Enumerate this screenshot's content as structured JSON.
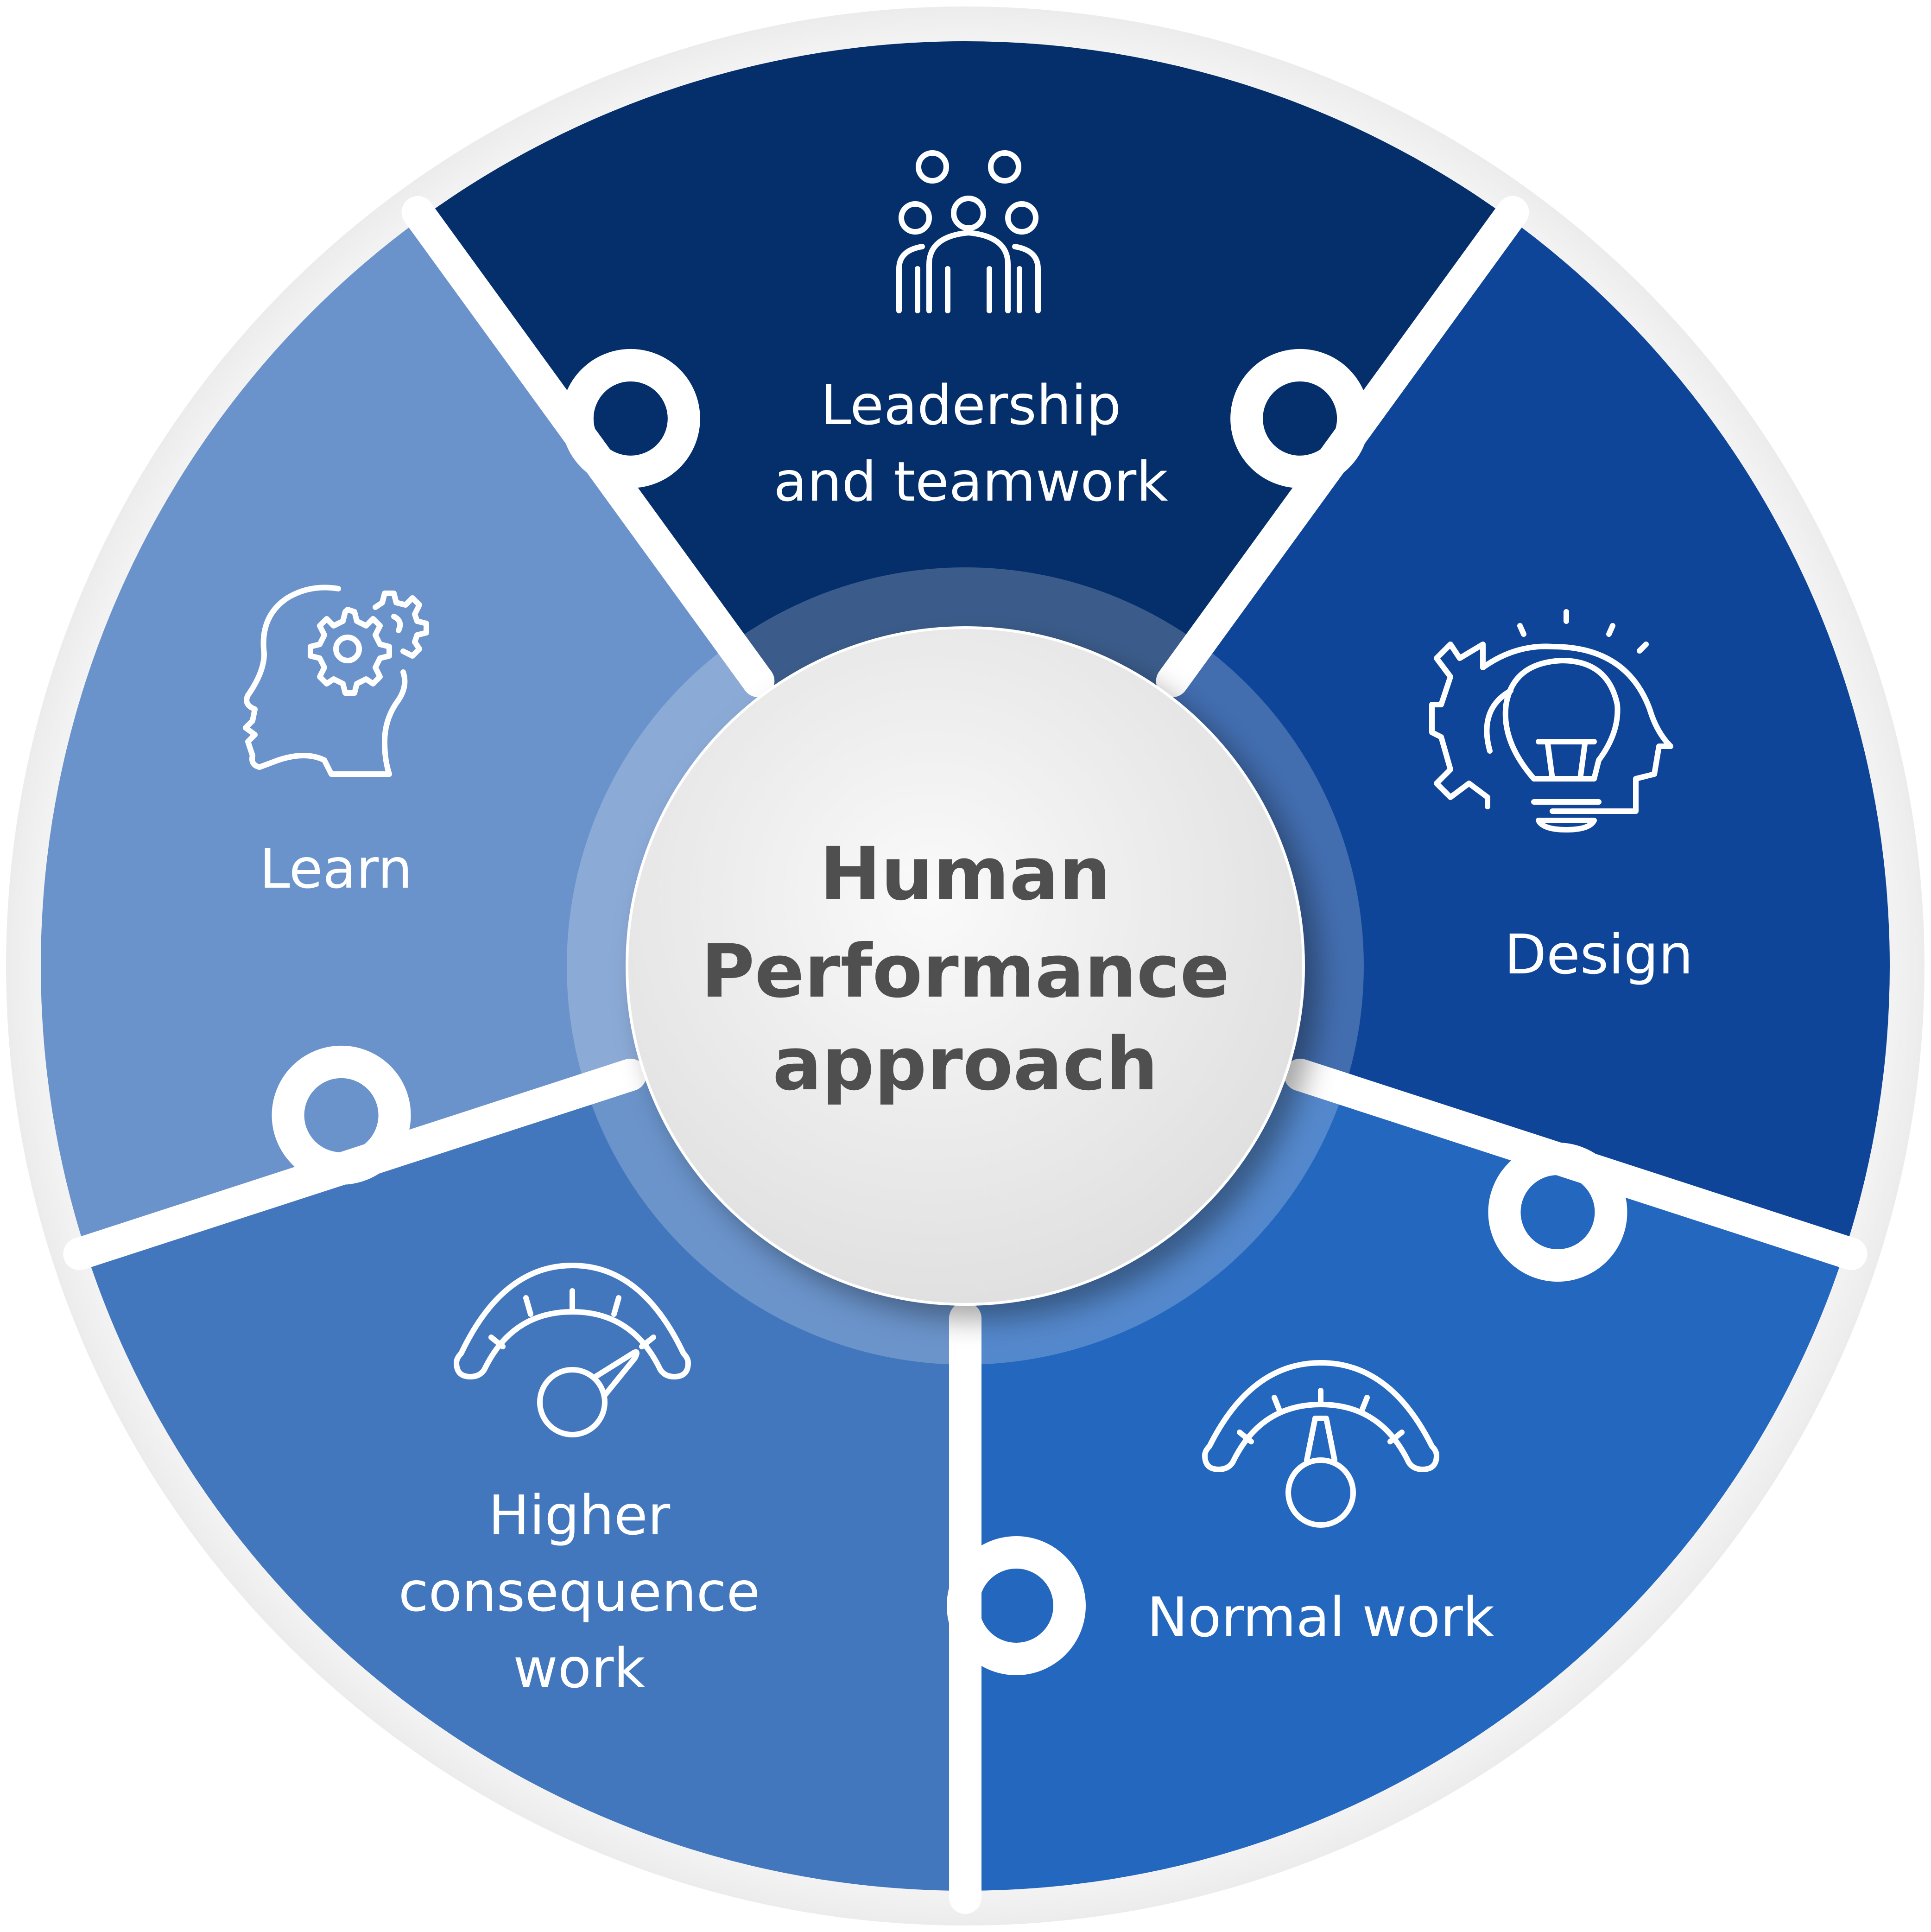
{
  "center": {
    "lines": [
      "Human",
      "Performance",
      "approach"
    ]
  },
  "segments": [
    {
      "id": "leadership",
      "label_lines": [
        "Leadership",
        "and teamwork"
      ],
      "color": "#042f6b",
      "icon": "team-people-icon"
    },
    {
      "id": "design",
      "label_lines": [
        "Design"
      ],
      "color": "#0e4599",
      "icon": "head-gear-lightbulb-icon"
    },
    {
      "id": "normal-work",
      "label_lines": [
        "Normal work"
      ],
      "color": "#2467be",
      "icon": "gauge-normal-icon"
    },
    {
      "id": "higher-consequence",
      "label_lines": [
        "Higher",
        "consequence",
        "work"
      ],
      "color": "#4277bd",
      "icon": "gauge-high-icon"
    },
    {
      "id": "learn",
      "label_lines": [
        "Learn"
      ],
      "color": "#6b93cb",
      "icon": "head-gears-icon"
    }
  ],
  "colors": {
    "outer_ring": "#f3f3f3",
    "separator": "#ffffff",
    "center_fill": "#f2f2f2",
    "center_text": "#4f4f4f"
  }
}
